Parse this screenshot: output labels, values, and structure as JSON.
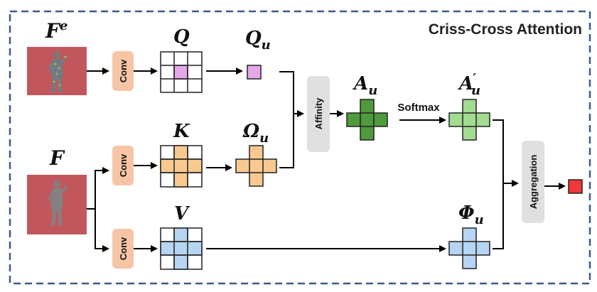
{
  "diagram": {
    "title": "Criss-Cross Attention",
    "inputs": {
      "fe": {
        "base": "F",
        "sup": "e"
      },
      "f": {
        "base": "F"
      }
    },
    "ops": {
      "conv_q": "Conv",
      "conv_k": "Conv",
      "conv_v": "Conv",
      "affinity": "Affinity",
      "aggregation": "Aggregation"
    },
    "vars": {
      "q": {
        "base": "Q"
      },
      "k": {
        "base": "K"
      },
      "v": {
        "base": "V"
      },
      "qu": {
        "base": "Q",
        "sub": "u"
      },
      "omega_u": {
        "base": "Ω",
        "sub": "u"
      },
      "au": {
        "base": "A",
        "sub": "u"
      },
      "au_prime": {
        "base": "A",
        "sup": "′",
        "sub": "u"
      },
      "phi_u": {
        "base": "Φ",
        "sub": "u"
      }
    },
    "edge_labels": {
      "softmax": "Softmax"
    },
    "colors": {
      "border": "#3d5a8a",
      "conv_fill": "#f6c5a6",
      "gray_box": "#e0e0e0",
      "q_cell": "#e6a8e8",
      "k_cell": "#f8c98f",
      "v_cell": "#b7d5f2",
      "a_dark": "#4e9a3c",
      "a_light": "#a3dc91",
      "output": "#f03838",
      "image_bg": "#c1575d"
    }
  }
}
